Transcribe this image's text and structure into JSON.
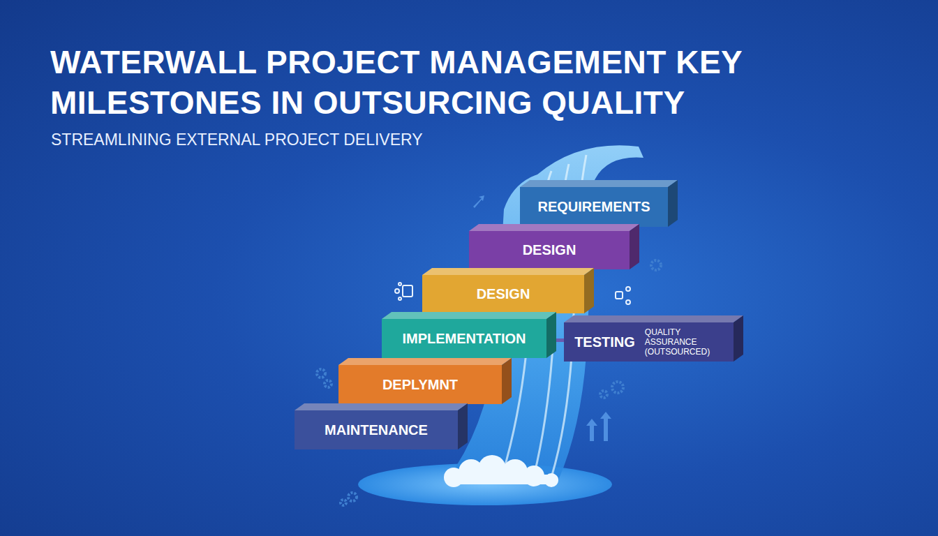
{
  "diagram": {
    "title": "WATERWALL PROJECT MANAGEMENT KEY MILESTONES IN OUTSURCING QUALITY",
    "nodes": [
      {
        "text": [
          "REQUIREMENTS"
        ]
      },
      {
        "text": [
          "DESIGN"
        ]
      },
      {
        "text": [
          "DESIGN"
        ]
      },
      {
        "text": [
          "IMPLEMENTATION"
        ]
      },
      {
        "text": [
          "TESTING",
          "QUALITY ASSURANCE (OUTSOURCED)"
        ]
      },
      {
        "text": [
          "DEPLYMNT"
        ]
      },
      {
        "text": [
          "MAINTENANCE"
        ]
      }
    ],
    "edges": [
      {
        "from": 3,
        "to": 4,
        "arrow": "none"
      }
    ],
    "labels": [
      "STREAMLINING EXTERNAL PROJECT DELIVERY"
    ]
  }
}
